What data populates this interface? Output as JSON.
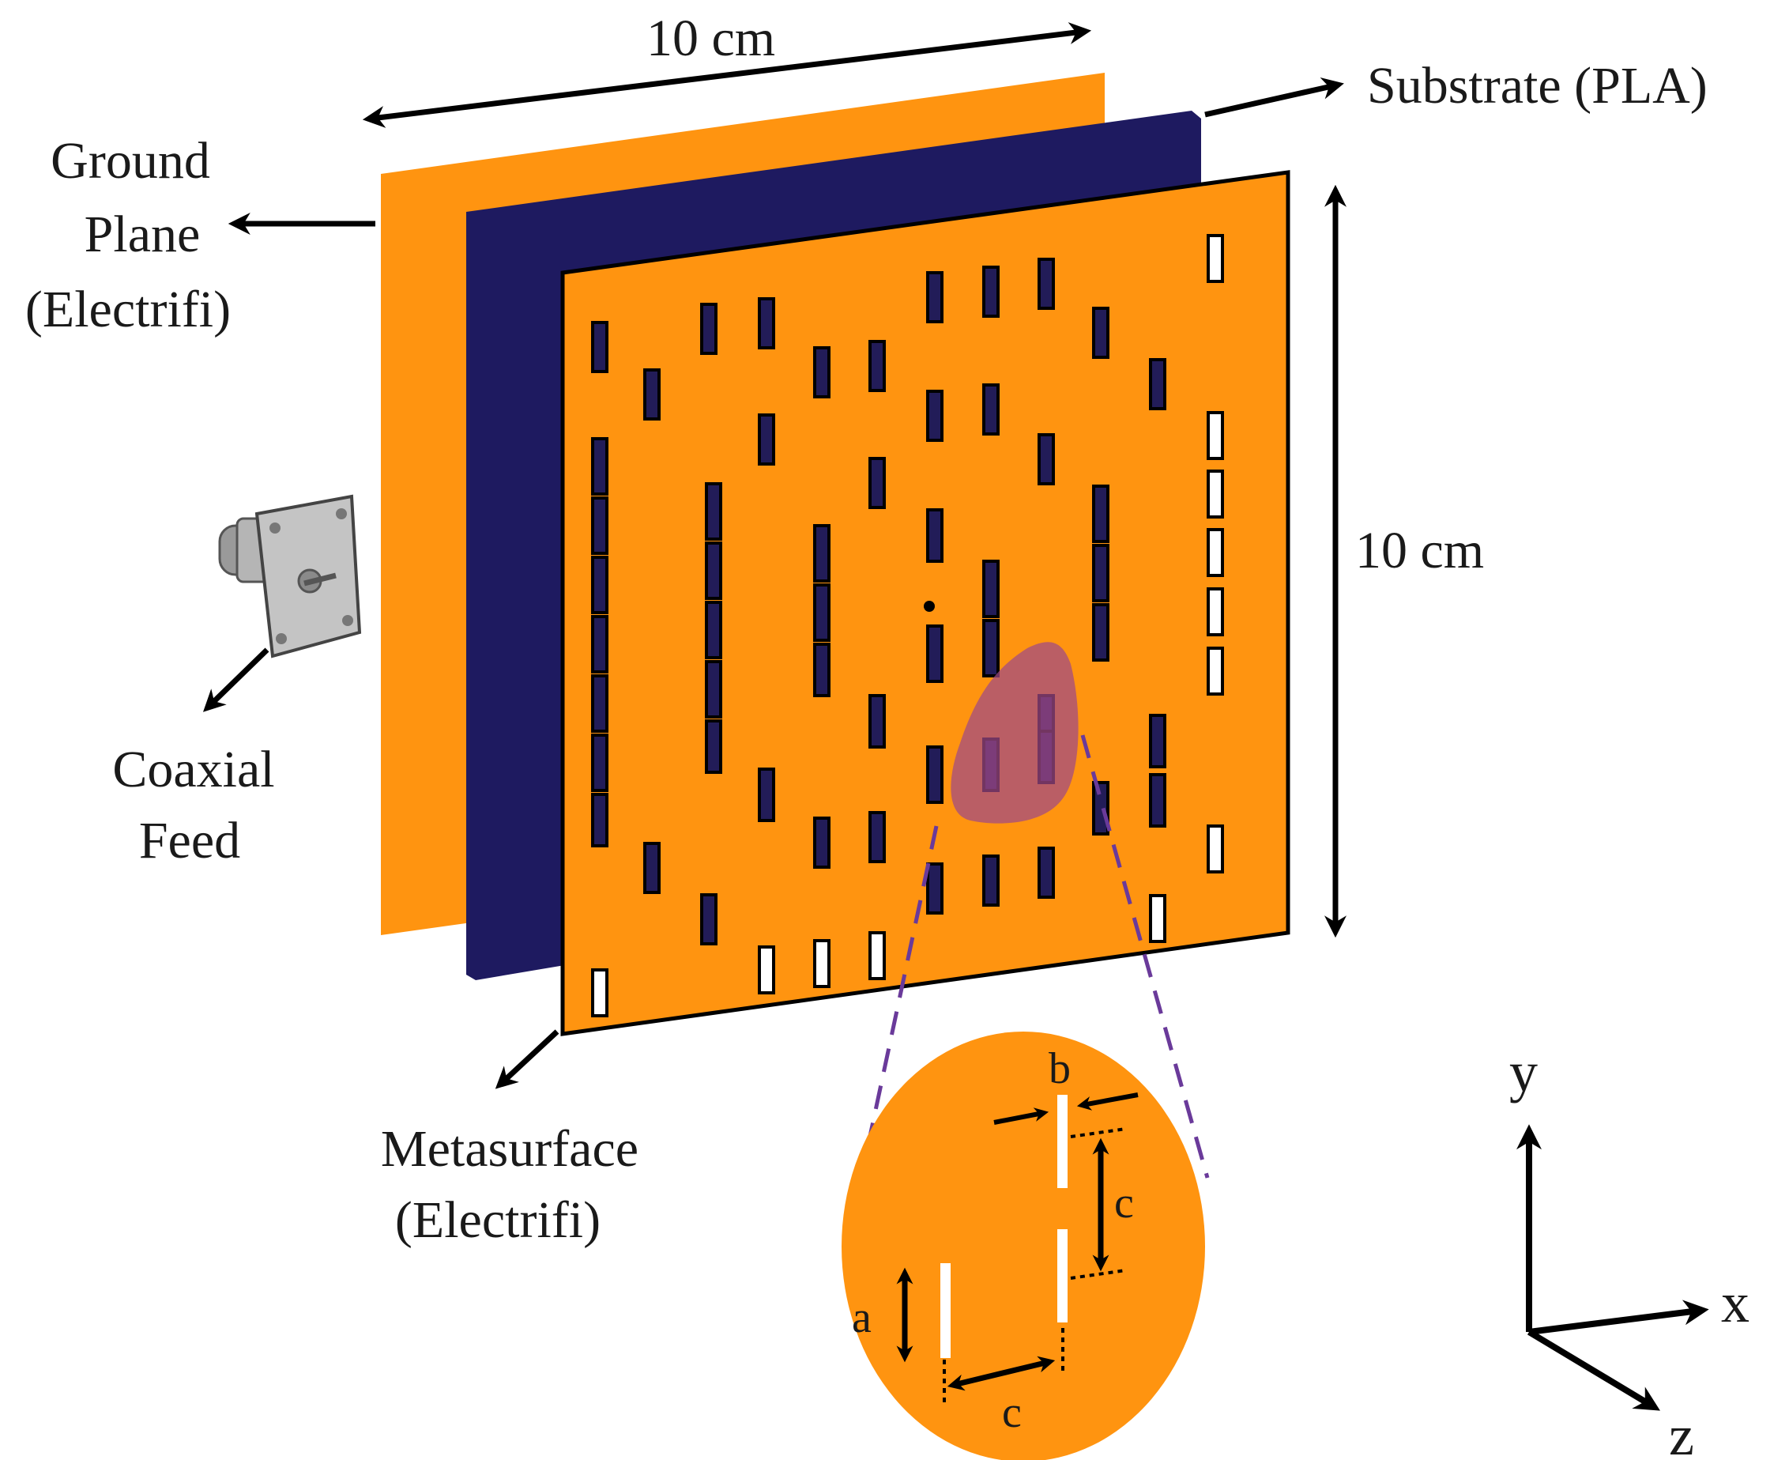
{
  "labels": {
    "width_dim": "10 cm",
    "height_dim": "10 cm",
    "substrate": "Substrate (PLA)",
    "ground_line1": "Ground",
    "ground_line2": "Plane",
    "ground_line3": "(Electrifi)",
    "coax_line1": "Coaxial",
    "coax_line2": "Feed",
    "meta_line1": "Metasurface",
    "meta_line2": "(Electrifi)"
  },
  "detail_labels": {
    "a": "a",
    "b": "b",
    "c_vertical": "c",
    "c_horizontal": "c"
  },
  "axes": {
    "x": "x",
    "y": "y",
    "z": "z"
  },
  "colors": {
    "copper_layer": "#FF9410",
    "substrate": "#1E1A60",
    "slot_dark": "#221C58",
    "slot_open": "#FFFFFF",
    "highlight": "#A04A86",
    "leader": "#6A3A9A",
    "outline": "#000000"
  }
}
